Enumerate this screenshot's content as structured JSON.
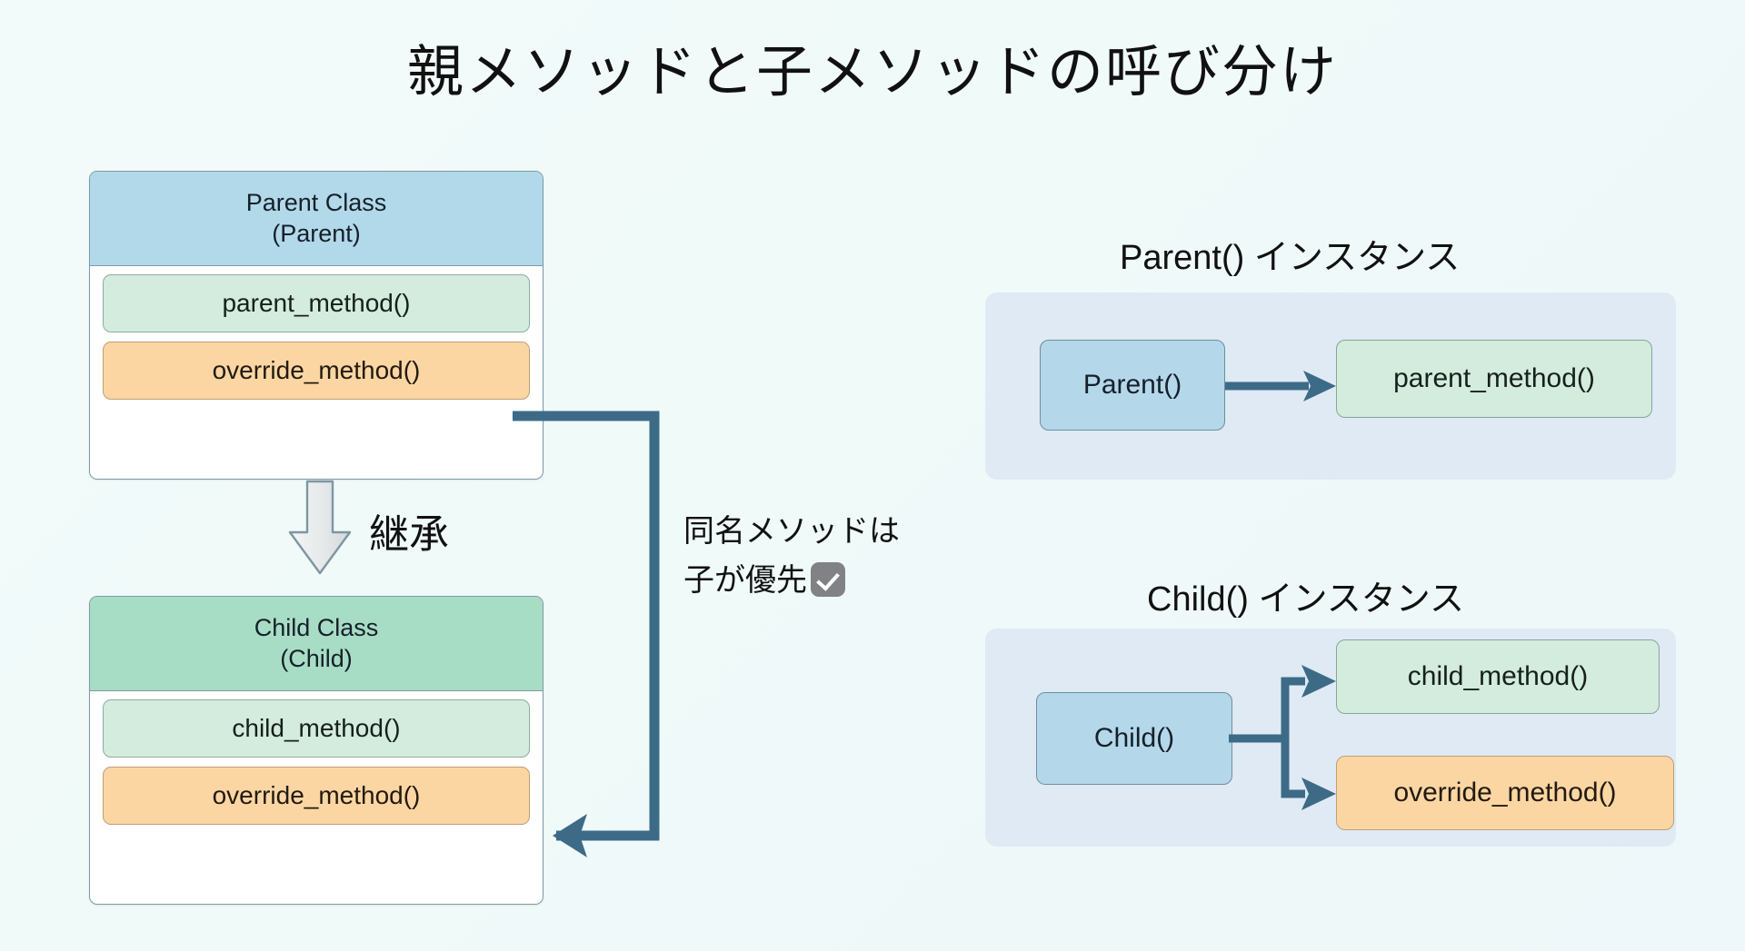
{
  "page": {
    "title": "親メソッドと子メソッドの呼び分け",
    "background_color": "#f2fbfa"
  },
  "colors": {
    "parent_header": "#b2d9ea",
    "child_header": "#a8ddc5",
    "method_green": "#d3ecdd",
    "method_orange": "#fbd6a3",
    "panel_background": "#dfeaf5",
    "arrow": "#3d6b87",
    "inherit_arrow_fill": "#e3e5e6",
    "inherit_arrow_stroke": "#7f9aa5",
    "check_badge": "#808285",
    "text": "#111111"
  },
  "left_column": {
    "parent_class": {
      "title_line1": "Parent Class",
      "title_line2": "(Parent)",
      "methods": [
        {
          "label": "parent_method()",
          "style": "green"
        },
        {
          "label": "override_method()",
          "style": "orange"
        }
      ]
    },
    "inheritance": {
      "label": "継承",
      "icon": "down-block-arrow"
    },
    "child_class": {
      "title_line1": "Child Class",
      "title_line2": "(Child)",
      "methods": [
        {
          "label": "child_method()",
          "style": "green"
        },
        {
          "label": "override_method()",
          "style": "orange"
        }
      ]
    }
  },
  "override_note": {
    "line1": "同名メソッドは",
    "line2": "子が優先",
    "badge_icon": "check-badge-icon"
  },
  "right_column": {
    "parent_instance": {
      "title": "Parent() インスタンス",
      "source": {
        "label": "Parent()",
        "style": "blue"
      },
      "targets": [
        {
          "label": "parent_method()",
          "style": "green"
        }
      ]
    },
    "child_instance": {
      "title": "Child() インスタンス",
      "source": {
        "label": "Child()",
        "style": "blue"
      },
      "targets": [
        {
          "label": "child_method()",
          "style": "green"
        },
        {
          "label": "override_method()",
          "style": "orange"
        }
      ]
    }
  }
}
